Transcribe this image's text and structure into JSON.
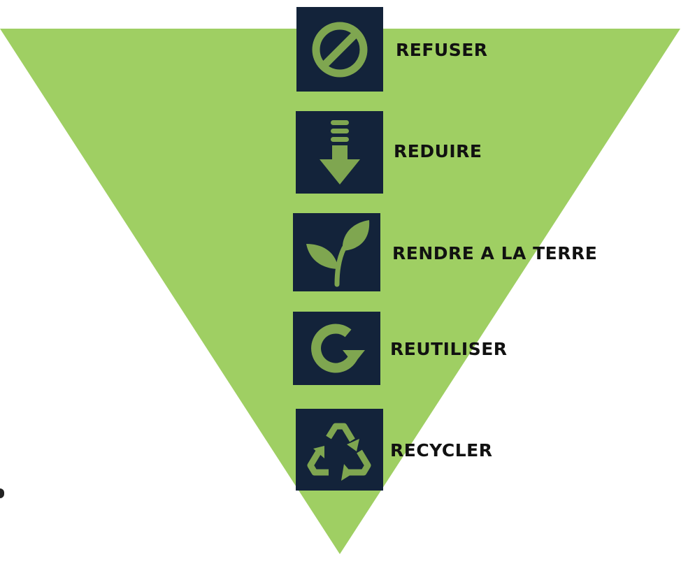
{
  "diagram": {
    "colors": {
      "triangle": "#9fcf63",
      "icon_background": "#13233a",
      "icon_foreground": "#7fa650",
      "text": "#111111"
    },
    "steps": [
      {
        "label": "REFUSER",
        "icon": "prohibited-icon"
      },
      {
        "label": "REDUIRE",
        "icon": "down-arrow-icon"
      },
      {
        "label": "RENDRE A LA TERRE",
        "icon": "sprout-icon"
      },
      {
        "label": "REUTILISER",
        "icon": "refresh-icon"
      },
      {
        "label": "RECYCLER",
        "icon": "recycle-icon"
      }
    ]
  }
}
